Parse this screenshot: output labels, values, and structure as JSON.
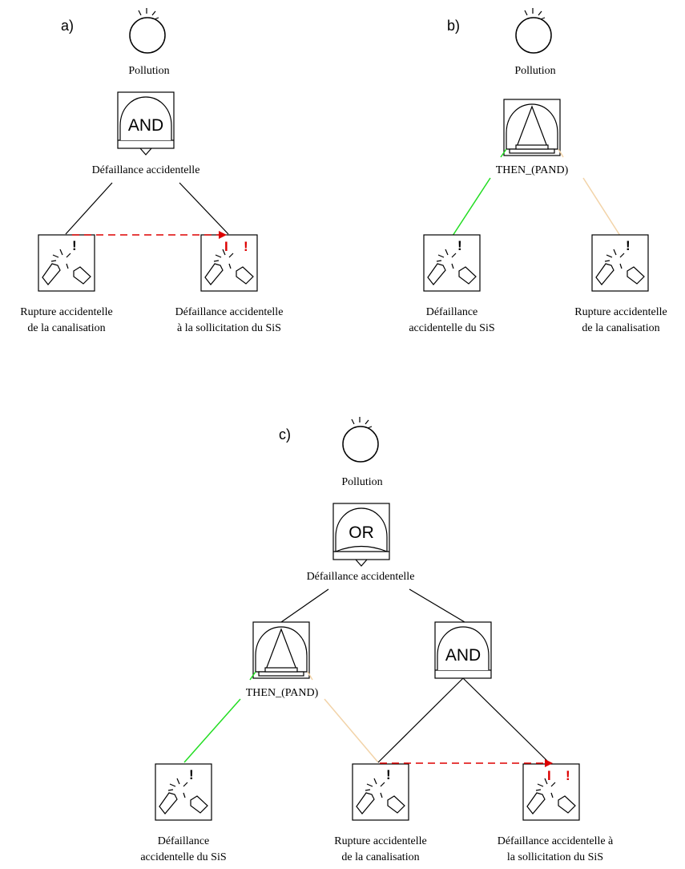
{
  "panels": [
    "a)",
    "b)",
    "c)"
  ],
  "diagram_a": {
    "top_event": "Pollution",
    "gate": "AND",
    "gate_label": "Défaillance accidentelle",
    "events": [
      {
        "line1": "Rupture accidentelle",
        "line2": "de la canalisation"
      },
      {
        "line1": "Défaillance accidentelle",
        "line2": "à la sollicitation du SiS"
      }
    ]
  },
  "diagram_b": {
    "top_event": "Pollution",
    "gate_label": "THEN_(PAND)",
    "events": [
      {
        "line1": "Défaillance",
        "line2": "accidentelle du SiS"
      },
      {
        "line1": "Rupture accidentelle",
        "line2": "de la canalisation"
      }
    ]
  },
  "diagram_c": {
    "top_event": "Pollution",
    "gate_top": "OR",
    "gate_top_label": "Défaillance accidentelle",
    "gate_left_label": "THEN_(PAND)",
    "gate_right": "AND",
    "events": [
      {
        "line1": "Défaillance",
        "line2": "accidentelle du SiS"
      },
      {
        "line1": "Rupture accidentelle",
        "line2": "de la canalisation"
      },
      {
        "line1": "Défaillance accidentelle à",
        "line2": "la sollicitation du SiS"
      }
    ]
  },
  "marks": {
    "exclaim": "!",
    "inhibit": "I"
  },
  "colors": {
    "sequence_link": "#dd0000",
    "pand_first": "#22dd22",
    "pand_second": "#f2d3a8",
    "line": "#000000"
  }
}
